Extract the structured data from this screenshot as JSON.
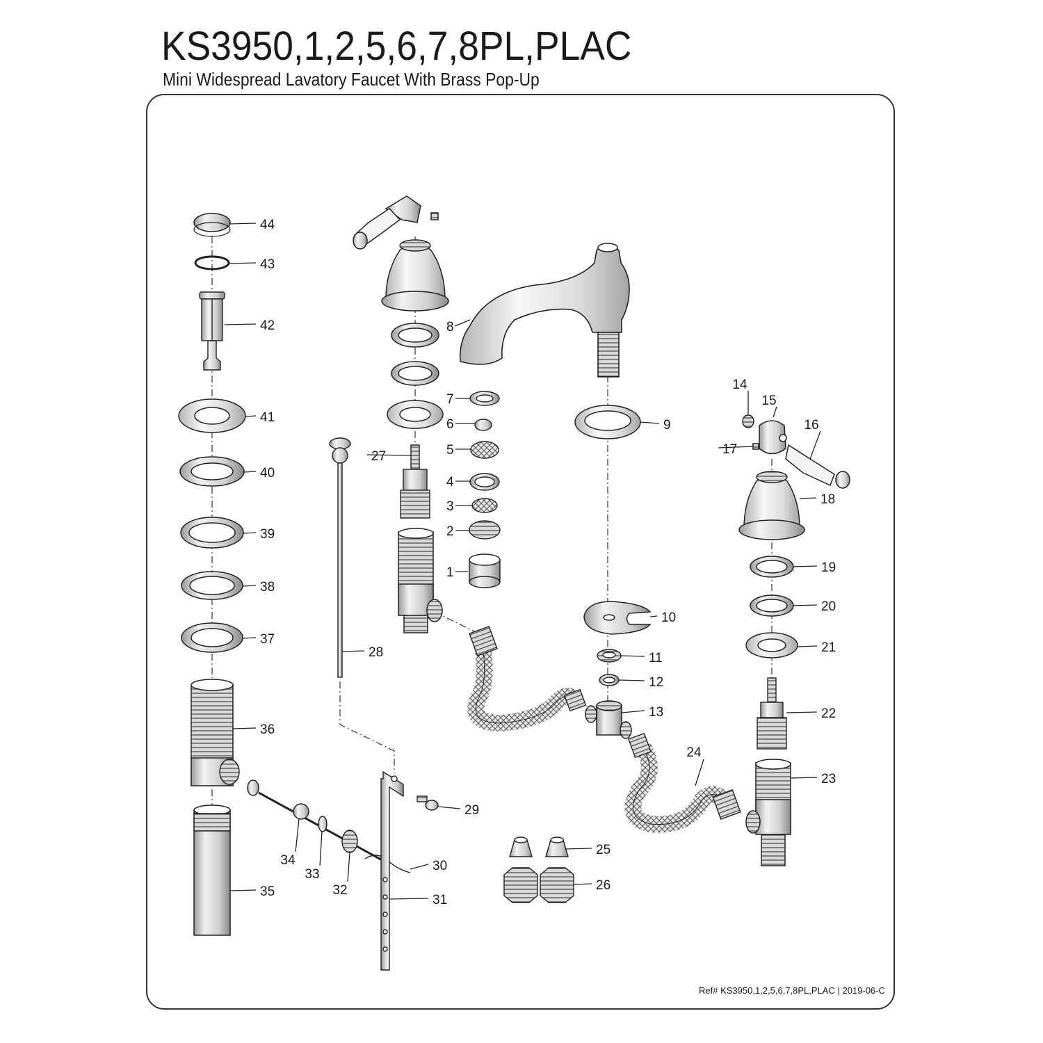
{
  "header": {
    "title": "KS3950,1,2,5,6,7,8PL,PLAC",
    "subtitle": "Mini Widespread Lavatory Faucet With Brass Pop-Up"
  },
  "footer": {
    "reference": "Ref# KS3950,1,2,5,6,7,8PL,PLAC | 2019-06-C"
  },
  "parts": [
    {
      "number": "1"
    },
    {
      "number": "2"
    },
    {
      "number": "3"
    },
    {
      "number": "4"
    },
    {
      "number": "5"
    },
    {
      "number": "6"
    },
    {
      "number": "7"
    },
    {
      "number": "8"
    },
    {
      "number": "9"
    },
    {
      "number": "10"
    },
    {
      "number": "11"
    },
    {
      "number": "12"
    },
    {
      "number": "13"
    },
    {
      "number": "14"
    },
    {
      "number": "15"
    },
    {
      "number": "16"
    },
    {
      "number": "17"
    },
    {
      "number": "18"
    },
    {
      "number": "19"
    },
    {
      "number": "20"
    },
    {
      "number": "21"
    },
    {
      "number": "22"
    },
    {
      "number": "23"
    },
    {
      "number": "24"
    },
    {
      "number": "25"
    },
    {
      "number": "26"
    },
    {
      "number": "27"
    },
    {
      "number": "28"
    },
    {
      "number": "29"
    },
    {
      "number": "30"
    },
    {
      "number": "31"
    },
    {
      "number": "32"
    },
    {
      "number": "33"
    },
    {
      "number": "34"
    },
    {
      "number": "35"
    },
    {
      "number": "36"
    },
    {
      "number": "37"
    },
    {
      "number": "38"
    },
    {
      "number": "39"
    },
    {
      "number": "40"
    },
    {
      "number": "41"
    },
    {
      "number": "42"
    },
    {
      "number": "43"
    },
    {
      "number": "44"
    }
  ]
}
